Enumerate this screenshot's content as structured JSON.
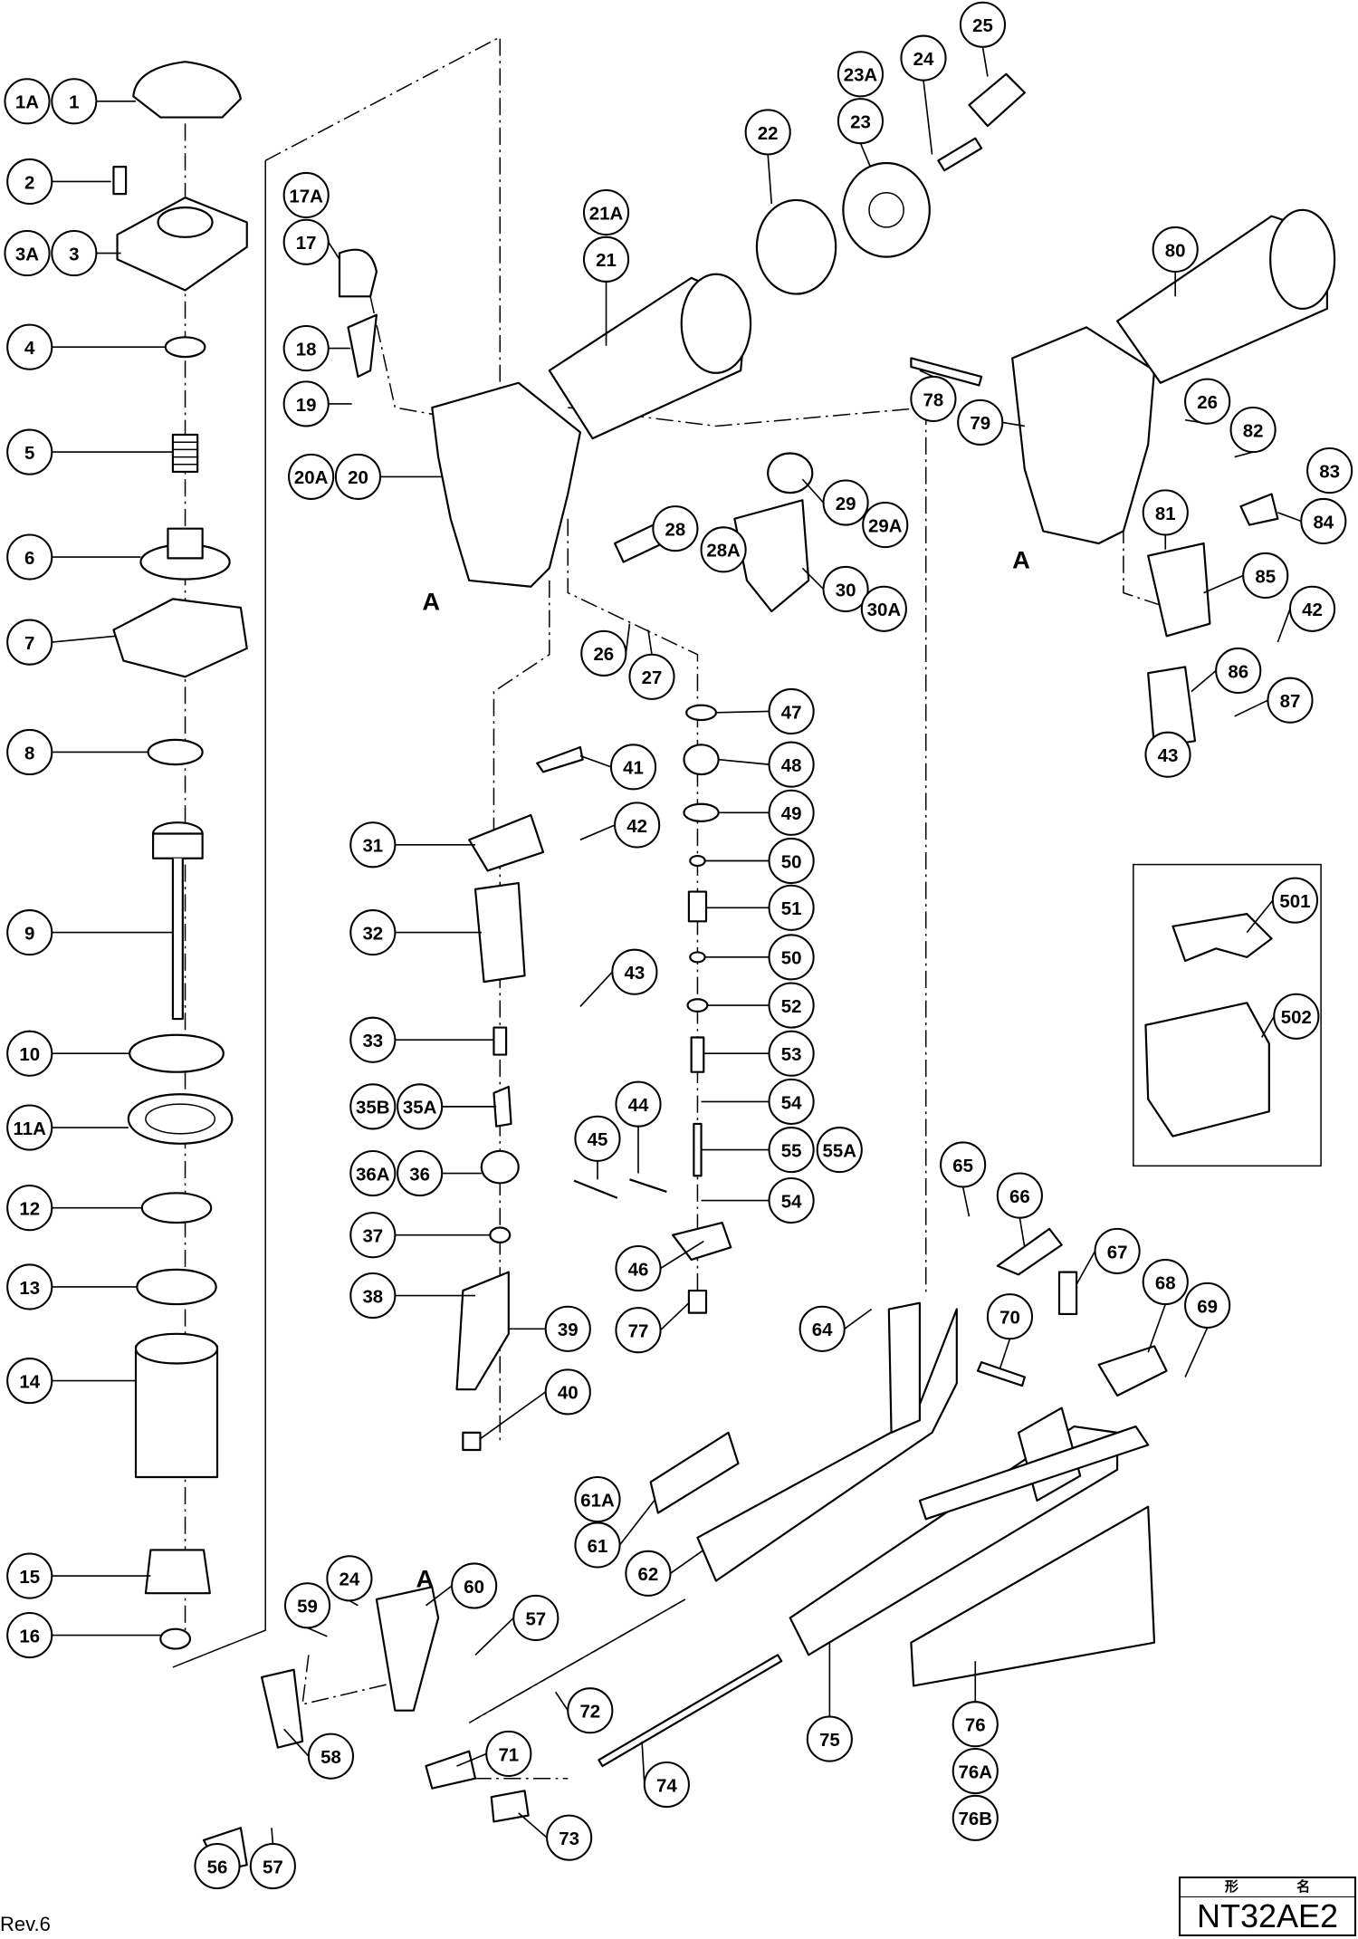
{
  "diagram": {
    "callouts": [
      "1A",
      "1",
      "2",
      "3A",
      "3",
      "4",
      "5",
      "6",
      "7",
      "8",
      "9",
      "10",
      "11A",
      "12",
      "13",
      "14",
      "15",
      "16",
      "17A",
      "17",
      "18",
      "19",
      "20A",
      "20",
      "21A",
      "21",
      "22",
      "23A",
      "23",
      "24",
      "25",
      "80",
      "78",
      "79",
      "26",
      "82",
      "83",
      "84",
      "81",
      "85",
      "42",
      "86",
      "87",
      "43",
      "501",
      "502",
      "29",
      "29A",
      "28",
      "28A",
      "30",
      "30A",
      "26",
      "27",
      "47",
      "48",
      "49",
      "50",
      "51",
      "50",
      "52",
      "53",
      "54",
      "55",
      "55A",
      "54",
      "41",
      "31",
      "42",
      "32",
      "43",
      "33",
      "35B",
      "35A",
      "36A",
      "36",
      "37",
      "38",
      "39",
      "40",
      "44",
      "45",
      "46",
      "77",
      "65",
      "66",
      "67",
      "68",
      "69",
      "64",
      "70",
      "61A",
      "61",
      "62",
      "24",
      "59",
      "60",
      "57",
      "72",
      "75",
      "76",
      "76A",
      "76B",
      "58",
      "71",
      "74",
      "73",
      "56",
      "57"
    ],
    "section_markers": [
      "A",
      "A",
      "A"
    ]
  },
  "footer": {
    "revision": "Rev.6",
    "title_block_header": "形 名",
    "model": "NT32AE2"
  }
}
